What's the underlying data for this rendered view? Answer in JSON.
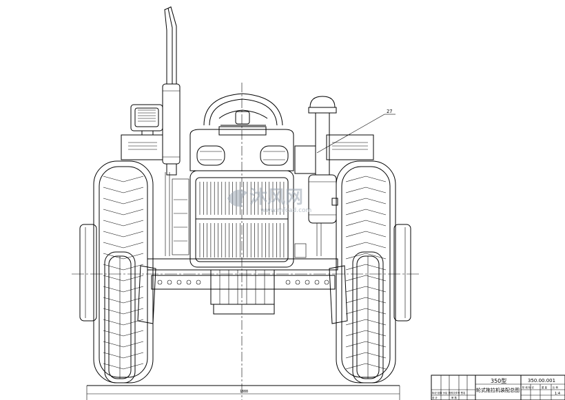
{
  "drawing": {
    "callout_number": "27",
    "bottom_dimension_label": "1888"
  },
  "title_block": {
    "model": "350型",
    "title": "轮式拖拉机装配总图",
    "drawing_number": "350.00.001",
    "scale_hint": "1:4",
    "left_labels": [
      "标记 处数 分区 更改文件号 签名",
      "设 计",
      "审 核"
    ],
    "right_labels": [
      "阶 段 标 记",
      "重 量",
      "比 例"
    ]
  },
  "watermark": {
    "text_cn": "沐风网",
    "text_url": "www.mfcad.com"
  }
}
